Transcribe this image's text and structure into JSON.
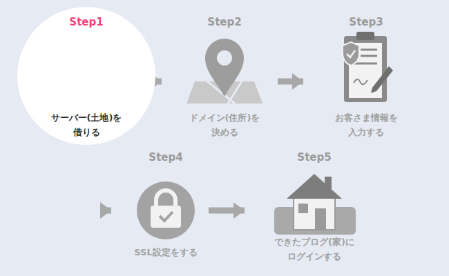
{
  "diagram": {
    "nodes": [
      {
        "text": [
          "Step1",
          "サーバー(土地)を 借りる"
        ]
      },
      {
        "text": [
          "Step2",
          "ドメイン(住所)を 決める"
        ]
      },
      {
        "text": [
          "Step3",
          "お客さま情報を 入力する"
        ]
      },
      {
        "text": [
          "Step4",
          "SSL設定をする"
        ]
      },
      {
        "text": [
          "Step5",
          "できたブログ(家)に ログインする"
        ]
      }
    ],
    "edges": [
      {
        "from": 0,
        "to": 1,
        "arrow": "to"
      },
      {
        "from": 1,
        "to": 2,
        "arrow": "to"
      },
      {
        "from": 3,
        "to": 4,
        "arrow": "to"
      }
    ]
  }
}
